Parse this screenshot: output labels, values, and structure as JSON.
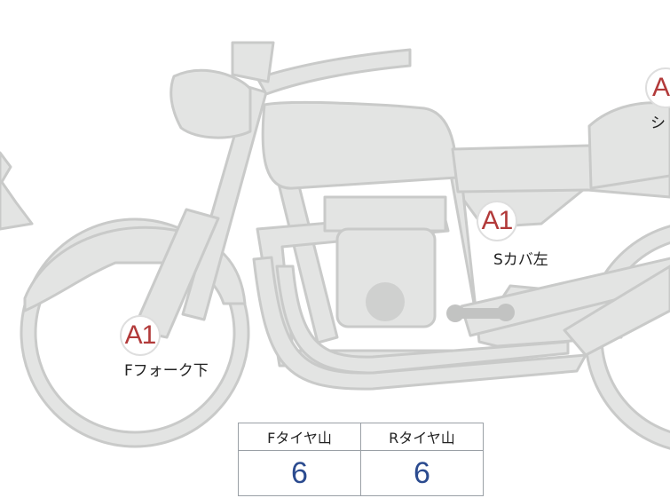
{
  "markers": [
    {
      "id": "front-fork",
      "code": "A1",
      "label": "Fフォーク下"
    },
    {
      "id": "side-cover-left",
      "code": "A1",
      "label": "Sカバ左"
    },
    {
      "id": "seat",
      "code": "A",
      "label": "シ"
    }
  ],
  "tread_table": {
    "headers": [
      "Fタイヤ山",
      "Rタイヤ山"
    ],
    "values": [
      "6",
      "6"
    ]
  },
  "colors": {
    "body_fill": "#e3e4e3",
    "outline": "#c9cac9",
    "marker_text": "#b23a3a",
    "table_value": "#2b4b8f"
  }
}
